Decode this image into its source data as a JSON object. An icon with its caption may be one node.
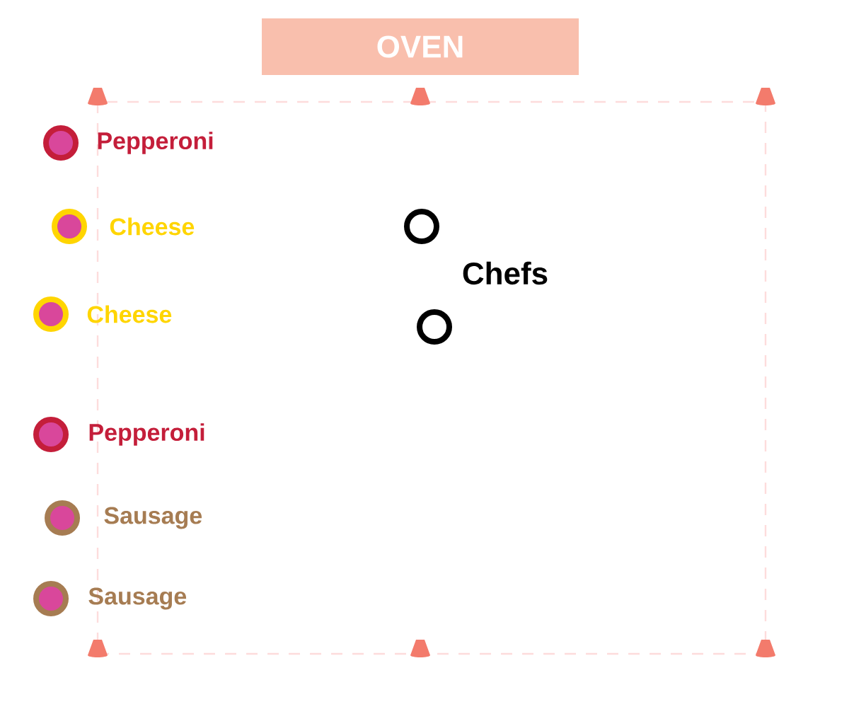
{
  "diagram": {
    "nodes": [
      {
        "text": [
          "OVEN"
        ]
      },
      {
        "text": [],
        "shape": "circle",
        "beside": [
          "Pepperoni"
        ]
      },
      {
        "text": [],
        "shape": "circle",
        "beside": [
          "Cheese"
        ]
      },
      {
        "text": [],
        "shape": "circle",
        "beside": [
          "Cheese"
        ]
      },
      {
        "text": [],
        "shape": "circle",
        "beside": [
          "Pepperoni"
        ]
      },
      {
        "text": [],
        "shape": "circle",
        "beside": [
          "Sausage"
        ]
      },
      {
        "text": [],
        "shape": "circle",
        "beside": [
          "Sausage"
        ]
      },
      {
        "text": [],
        "shape": "circle"
      },
      {
        "text": [],
        "shape": "circle"
      }
    ],
    "edges": [],
    "labels": [
      "Chefs"
    ]
  }
}
